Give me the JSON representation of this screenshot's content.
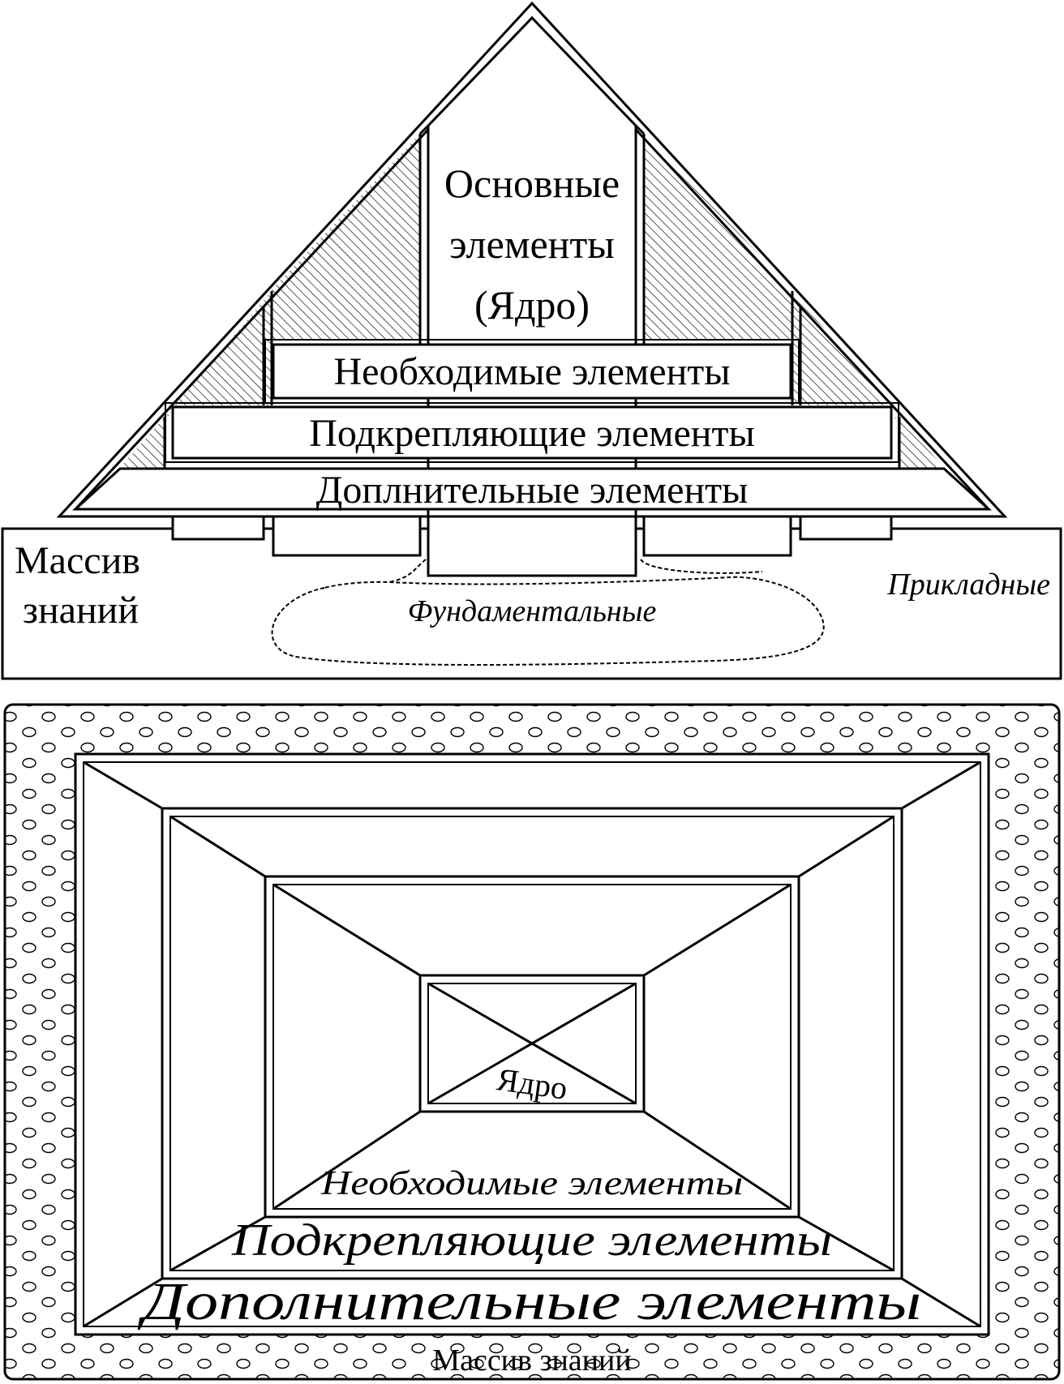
{
  "top_diagram": {
    "core_label_lines": [
      "Основные",
      "элементы",
      "(Ядро)"
    ],
    "necessary_label": "Необходимые элементы",
    "supporting_label": "Подкрепляющие элементы",
    "additional_label": "Доплнительные элементы",
    "massif_label_lines": [
      "Массив",
      "знаний"
    ],
    "fundamental_label": "Фундаментальные",
    "applied_label": "Прикладные"
  },
  "bottom_diagram": {
    "core_label": "Ядро",
    "necessary_label": "Необходимые элементы",
    "supporting_label": "Подкрепляющие элементы",
    "additional_label": "Дополнительные элементы",
    "massif_label": "Массив знаний"
  },
  "colors": {
    "line": "#000000",
    "background": "#ffffff"
  }
}
